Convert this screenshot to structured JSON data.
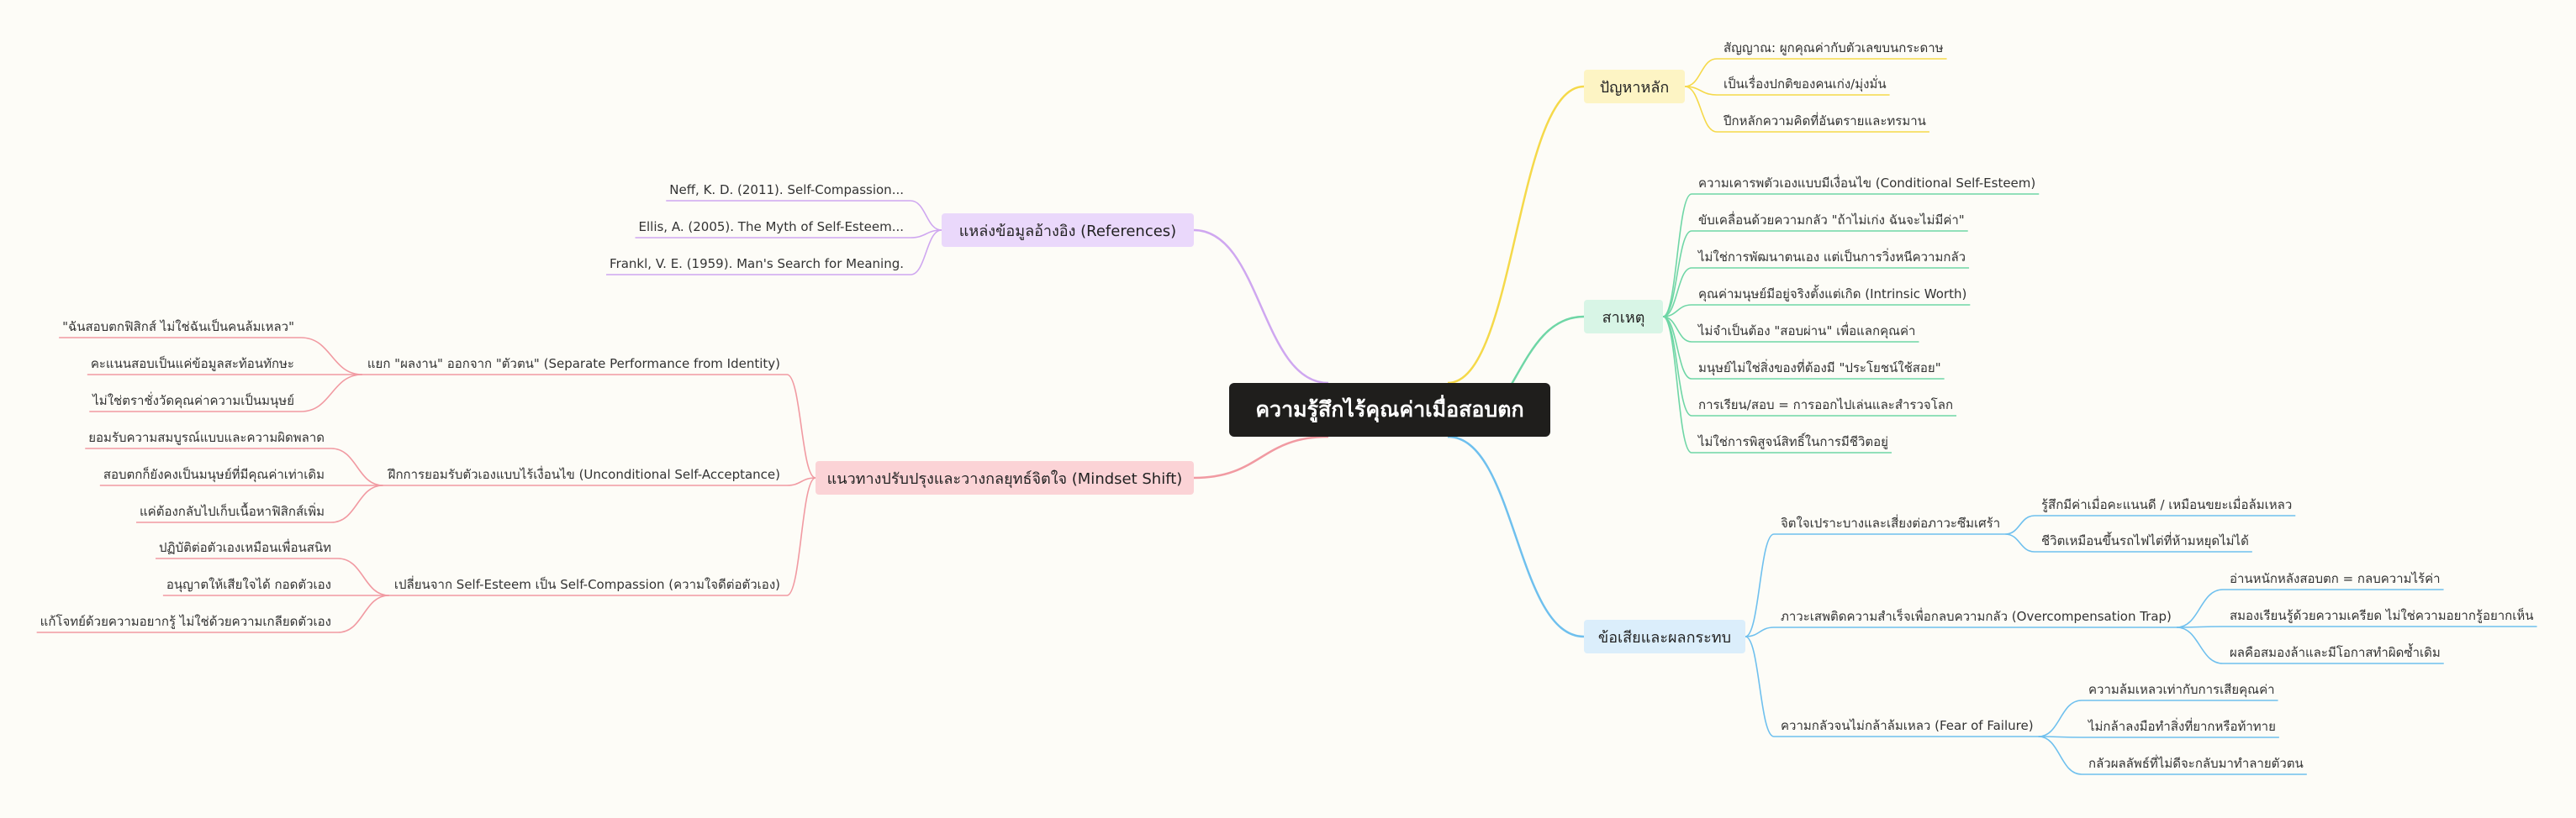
{
  "colors": {
    "background": "#fdfcf7",
    "root": "#1f1e1c",
    "branch_problem": "#f5d94a",
    "branch_cause": "#6fd6a6",
    "branch_effect": "#6fc0ee",
    "branch_refs": "#cfa7f0",
    "branch_shift": "#f19aa2"
  },
  "root": {
    "label": "ความรู้สึกไร้คุณค่าเมื่อสอบตก"
  },
  "right": [
    {
      "label": "ปัญหาหลัก",
      "color": "#f5d94a",
      "fill": "#fdf4c4",
      "children": [
        {
          "label": "สัญญาณ: ผูกคุณค่ากับตัวเลขบนกระดาษ"
        },
        {
          "label": "เป็นเรื่องปกติของคนเก่ง/มุ่งมั่น"
        },
        {
          "label": "ปีกหลักความคิดที่อันตรายและทรมาน"
        }
      ]
    },
    {
      "label": "สาเหตุ",
      "color": "#6fd6a6",
      "fill": "#d8f5e6",
      "children": [
        {
          "label": "ความเคารพตัวเองแบบมีเงื่อนไข (Conditional Self-Esteem)"
        },
        {
          "label": "ขับเคลื่อนด้วยความกลัว \"ถ้าไม่เก่ง ฉันจะไม่มีค่า\""
        },
        {
          "label": "ไม่ใช่การพัฒนาตนเอง แต่เป็นการวิ่งหนีความกลัว"
        },
        {
          "label": "คุณค่ามนุษย์มีอยู่จริงตั้งแต่เกิด (Intrinsic Worth)"
        },
        {
          "label": "ไม่จำเป็นต้อง \"สอบผ่าน\" เพื่อแลกคุณค่า"
        },
        {
          "label": "มนุษย์ไม่ใช่สิ่งของที่ต้องมี \"ประโยชน์ใช้สอย\""
        },
        {
          "label": "การเรียน/สอบ = การออกไปเล่นและสำรวจโลก"
        },
        {
          "label": "ไม่ใช่การพิสูจน์สิทธิ์ในการมีชีวิตอยู่"
        }
      ]
    },
    {
      "label": "ข้อเสียและผลกระทบ",
      "color": "#6fc0ee",
      "fill": "#dbeefb",
      "children": [
        {
          "label": "จิตใจเปราะบางและเสี่ยงต่อภาวะซึมเศร้า",
          "children": [
            {
              "label": "รู้สึกมีค่าเมื่อคะแนนดี / เหมือนขยะเมื่อล้มเหลว"
            },
            {
              "label": "ชีวิตเหมือนขึ้นรถไฟไต่ที่ห้ามหยุดไม่ได้"
            }
          ]
        },
        {
          "label": "ภาวะเสพติดความสำเร็จเพื่อกลบความกลัว (Overcompensation Trap)",
          "children": [
            {
              "label": "อ่านหนักหลังสอบตก = กลบความไร้ค่า"
            },
            {
              "label": "สมองเรียนรู้ด้วยความเครียด ไม่ใช่ความอยากรู้อยากเห็น"
            },
            {
              "label": "ผลคือสมองล้าและมีโอกาสทำผิดซ้ำเดิม"
            }
          ]
        },
        {
          "label": "ความกลัวจนไม่กล้าล้มเหลว (Fear of Failure)",
          "children": [
            {
              "label": "ความล้มเหลวเท่ากับการเสียคุณค่า"
            },
            {
              "label": "ไม่กล้าลงมือทำสิ่งที่ยากหรือท้าทาย"
            },
            {
              "label": "กลัวผลลัพธ์ที่ไม่ดีจะกลับมาทำลายตัวตน"
            }
          ]
        }
      ]
    }
  ],
  "left": [
    {
      "label": "แหล่งข้อมูลอ้างอิง (References)",
      "color": "#cfa7f0",
      "fill": "#ead8fb",
      "children": [
        {
          "label": "Neff, K. D. (2011). Self-Compassion..."
        },
        {
          "label": "Ellis, A. (2005). The Myth of Self-Esteem..."
        },
        {
          "label": "Frankl, V. E. (1959). Man's Search for Meaning."
        }
      ]
    },
    {
      "label": "แนวทางปรับปรุงและวางกลยุทธ์จิตใจ (Mindset Shift)",
      "color": "#f19aa2",
      "fill": "#fbd3d6",
      "children": [
        {
          "label": "แยก \"ผลงาน\" ออกจาก \"ตัวตน\" (Separate Performance from Identity)",
          "children": [
            {
              "label": "\"ฉันสอบตกฟิสิกส์ ไม่ใช่ฉันเป็นคนล้มเหลว\""
            },
            {
              "label": "คะแนนสอบเป็นแค่ข้อมูลสะท้อนทักษะ"
            },
            {
              "label": "ไม่ใช่ตราชั่งวัดคุณค่าความเป็นมนุษย์"
            }
          ]
        },
        {
          "label": "ฝึกการยอมรับตัวเองแบบไร้เงื่อนไข (Unconditional Self-Acceptance)",
          "children": [
            {
              "label": "ยอมรับความสมบูรณ์แบบและความผิดพลาด"
            },
            {
              "label": "สอบตกก็ยังคงเป็นมนุษย์ที่มีคุณค่าเท่าเดิม"
            },
            {
              "label": "แค่ต้องกลับไปเก็บเนื้อหาฟิสิกส์เพิ่ม"
            }
          ]
        },
        {
          "label": "เปลี่ยนจาก Self-Esteem เป็น Self-Compassion (ความใจดีต่อตัวเอง)",
          "children": [
            {
              "label": "ปฏิบัติต่อตัวเองเหมือนเพื่อนสนิท"
            },
            {
              "label": "อนุญาตให้เสียใจได้ กอดตัวเอง"
            },
            {
              "label": "แก้โจทย์ด้วยความอยากรู้ ไม่ใช่ด้วยความเกลียดตัวเอง"
            }
          ]
        }
      ]
    }
  ]
}
